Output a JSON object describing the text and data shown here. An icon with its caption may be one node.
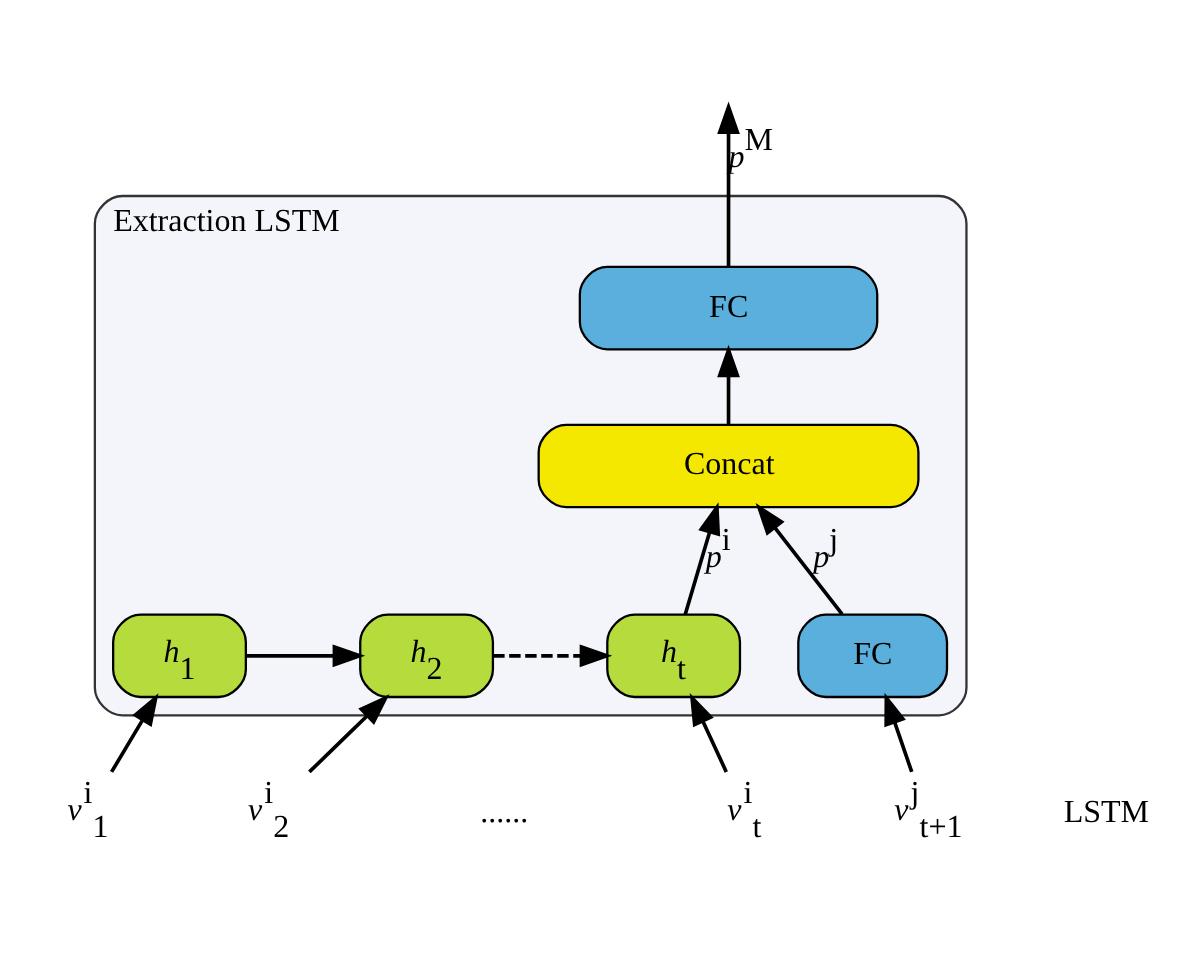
{
  "diagram": {
    "nodes": [
      {
        "text": [
          "Extraction LSTM"
        ]
      },
      {
        "text": [
          "FC"
        ],
        "in": 0
      },
      {
        "text": [
          "Concat"
        ],
        "in": 0
      },
      {
        "text": [
          "*h*$_{1}$"
        ],
        "in": 0
      },
      {
        "text": [
          "*h*$_{2}$"
        ],
        "in": 0
      },
      {
        "text": [
          "*h*$_{t}$"
        ],
        "in": 0
      },
      {
        "text": [
          "FC"
        ],
        "in": 0
      },
      {
        "text": [
          "*v*$^{i}$$_{1}$"
        ]
      },
      {
        "text": [
          "*v*$^{i}$$_{2}$"
        ]
      },
      {
        "text": [
          "*v*$^{i}$$_{t}$"
        ]
      },
      {
        "text": [
          "*v*$^{j}$$_{t+1}$"
        ]
      }
    ],
    "edges": [
      {
        "from": 7,
        "to": 3,
        "arrow": "to"
      },
      {
        "from": 8,
        "to": 4,
        "arrow": "to"
      },
      {
        "from": 9,
        "to": 5,
        "arrow": "to"
      },
      {
        "from": 10,
        "to": 6,
        "arrow": "to"
      },
      {
        "from": 3,
        "to": 4,
        "arrow": "to"
      },
      {
        "from": 4,
        "to": 5,
        "arrow": "to",
        "style": "dashed"
      },
      {
        "from": 5,
        "to": 2,
        "arrow": "to",
        "label": "*p*$^{i}$"
      },
      {
        "from": 6,
        "to": 2,
        "arrow": "to",
        "label": "*p*$^{j}$"
      },
      {
        "from": 2,
        "to": 1,
        "arrow": "to"
      },
      {
        "from": 1,
        "to": null,
        "arrow": "to",
        "label": "*p*$^{M}$"
      }
    ],
    "labels": [
      "LSTM",
      "......"
    ]
  }
}
